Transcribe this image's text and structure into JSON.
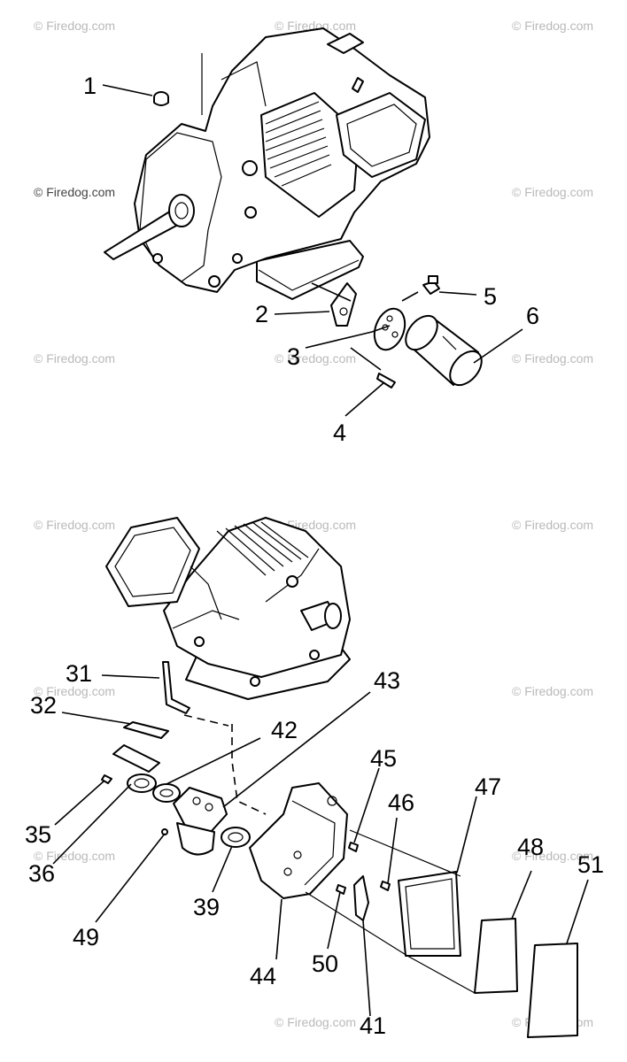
{
  "watermark": "© Firedog.com",
  "callouts": {
    "c1": "1",
    "c2": "2",
    "c3": "3",
    "c4": "4",
    "c5": "5",
    "c6": "6",
    "c31": "31",
    "c32": "32",
    "c35": "35",
    "c36": "36",
    "c39": "39",
    "c41": "41",
    "c42": "42",
    "c43": "43",
    "c44": "44",
    "c45": "45",
    "c46": "46",
    "c47": "47",
    "c48": "48",
    "c49": "49",
    "c50": "50",
    "c51": "51"
  }
}
